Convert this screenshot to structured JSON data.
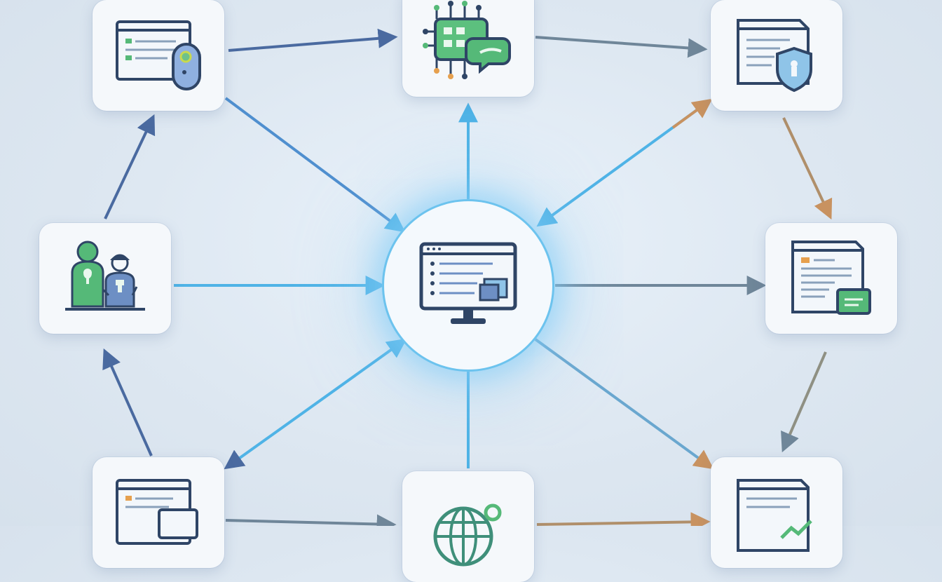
{
  "diagram": {
    "nodes": [
      {
        "id": "top-left",
        "icon": "browser-shield-icon"
      },
      {
        "id": "top-center",
        "icon": "chip-chat-icon"
      },
      {
        "id": "top-right",
        "icon": "document-shield-icon"
      },
      {
        "id": "mid-left",
        "icon": "people-icon"
      },
      {
        "id": "hub",
        "icon": "monitor-icon"
      },
      {
        "id": "mid-right",
        "icon": "document-chat-icon"
      },
      {
        "id": "bottom-left",
        "icon": "browser-cards-icon"
      },
      {
        "id": "bottom-center",
        "icon": "globe-pin-icon"
      },
      {
        "id": "bottom-right",
        "icon": "document-chart-icon"
      }
    ],
    "colors": {
      "arrow_blue": "#4fb3e6",
      "arrow_navy": "#4a6aa0",
      "arrow_slate": "#6f8699",
      "arrow_orange": "#c89260",
      "icon_green": "#55b978",
      "icon_navy": "#2f4566",
      "hub_glow": "#6cc3ee"
    }
  }
}
